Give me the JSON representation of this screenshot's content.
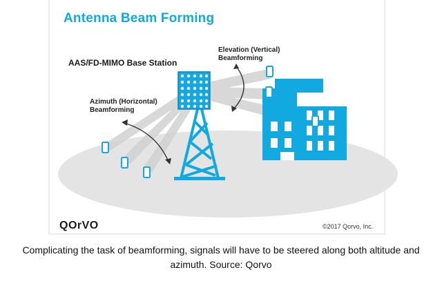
{
  "figure": {
    "title": "Antenna Beam Forming",
    "base_station_label": "AAS/FD-MIMO Base Station",
    "elevation_label_line1": "Elevation (Vertical)",
    "elevation_label_line2": "Beamforming",
    "azimuth_label_line1": "Azimuth (Horizontal)",
    "azimuth_label_line2": "Beamforming",
    "logo_text": "QOrVO",
    "copyright": "©2017 Qorvo, Inc."
  },
  "caption": {
    "line1": "Complicating the task of beamforming, signals will have to be steered along both altitude and",
    "line2": "azimuth. Source: Qorvo"
  },
  "colors": {
    "accent": "#12a8e0",
    "ground": "#e3e3e3",
    "beam": "#d6d6d6"
  }
}
